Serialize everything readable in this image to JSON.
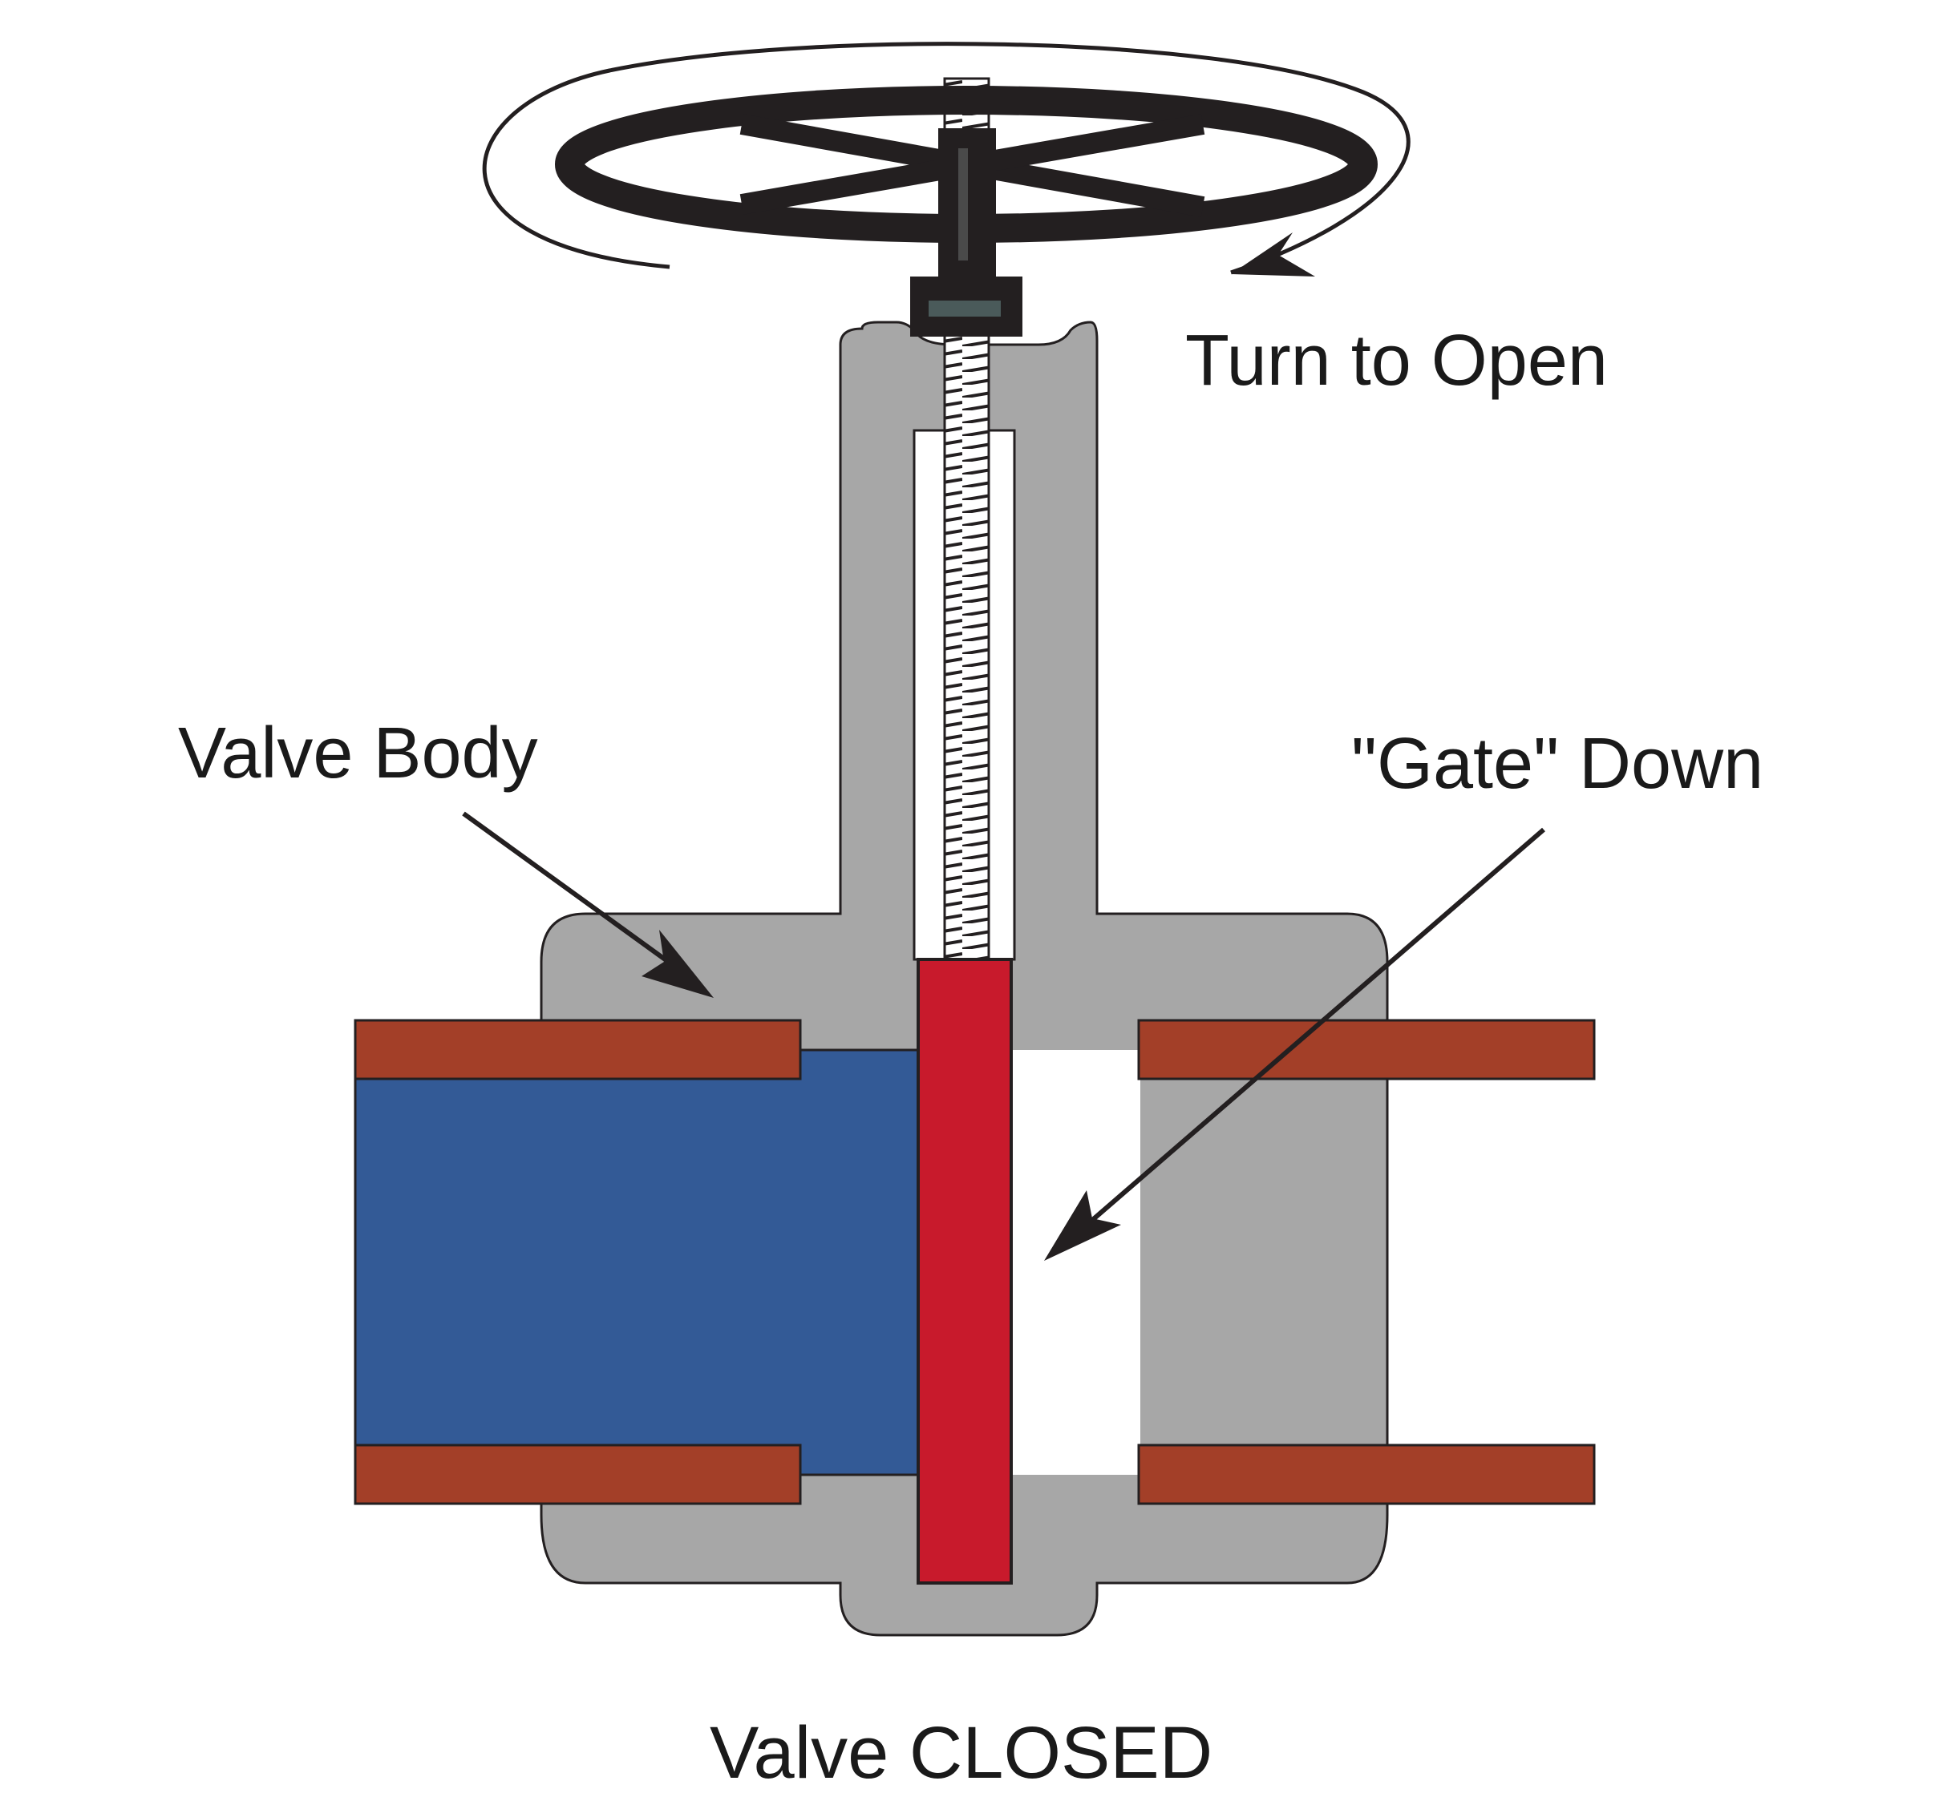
{
  "labels": {
    "turn_to_open": "Turn to Open",
    "valve_body": "Valve Body",
    "gate_down": "\"Gate\" Down",
    "caption": "Valve CLOSED"
  },
  "colors": {
    "valve_body": "#a7a7a7",
    "pipe_wall": "#a33f28",
    "fluid": "#335a96",
    "gate": "#c81a2c",
    "handwheel": "#231f20",
    "outline": "#231f20"
  },
  "state": {
    "valve_position": "closed"
  }
}
